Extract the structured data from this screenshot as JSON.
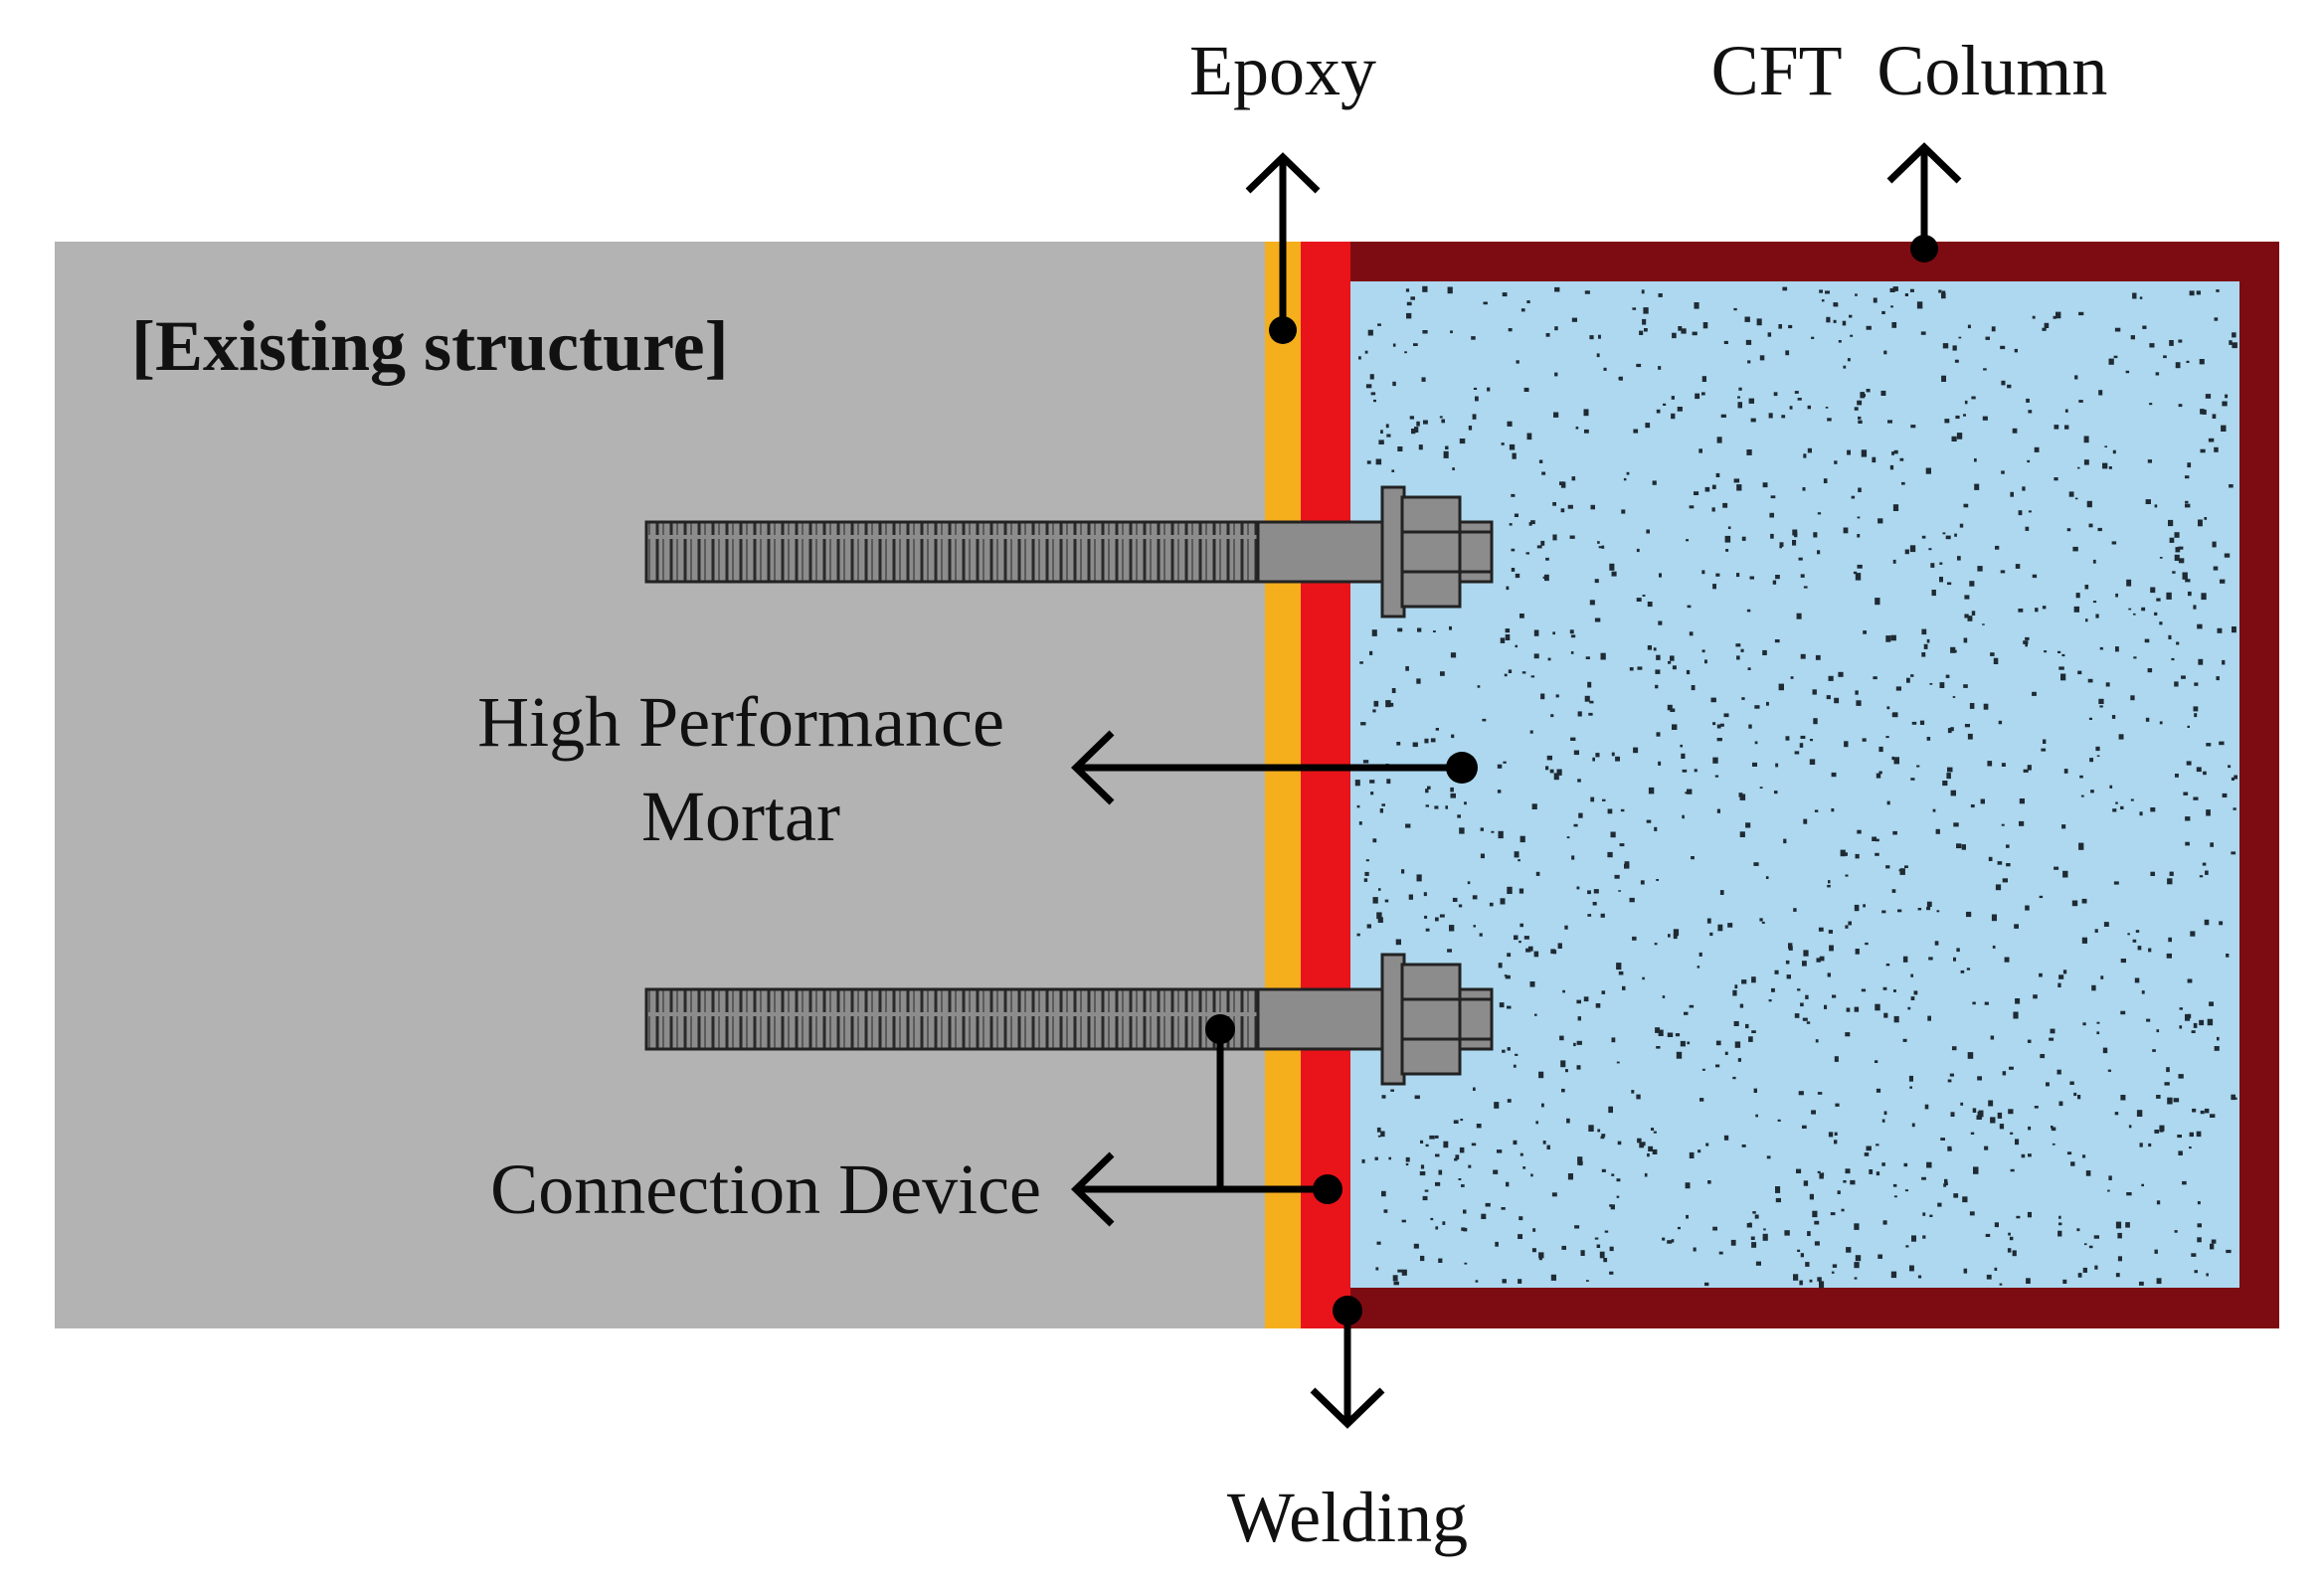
{
  "labels": {
    "existing_structure": "[Existing structure]",
    "epoxy": "Epoxy",
    "cft_column": "CFT  Column",
    "high_performance_line1": "High Performance",
    "high_performance_line2": "Mortar",
    "connection_device": "Connection Device",
    "welding": "Welding"
  },
  "colors": {
    "existing_structure": "#b3b3b3",
    "epoxy_layer": "#f5ae1c",
    "welding_plate": "#e8141a",
    "cft_steel_tube": "#7d0c12",
    "mortar_fill": "#add8ef",
    "aggregate": "#1f2a33",
    "bolt": "#8c8c8c",
    "bolt_outline": "#222222",
    "arrow": "#000000"
  },
  "components": [
    {
      "name": "existing-structure",
      "label_ref": "existing_structure"
    },
    {
      "name": "epoxy-layer",
      "label_ref": "epoxy"
    },
    {
      "name": "welding-plate",
      "label_ref": "welding"
    },
    {
      "name": "cft-column",
      "label_ref": "cft_column"
    },
    {
      "name": "high-performance-mortar",
      "label_ref": "high_performance_line1"
    },
    {
      "name": "connection-device",
      "label_ref": "connection_device"
    }
  ],
  "anchor_bolts_count": 2
}
